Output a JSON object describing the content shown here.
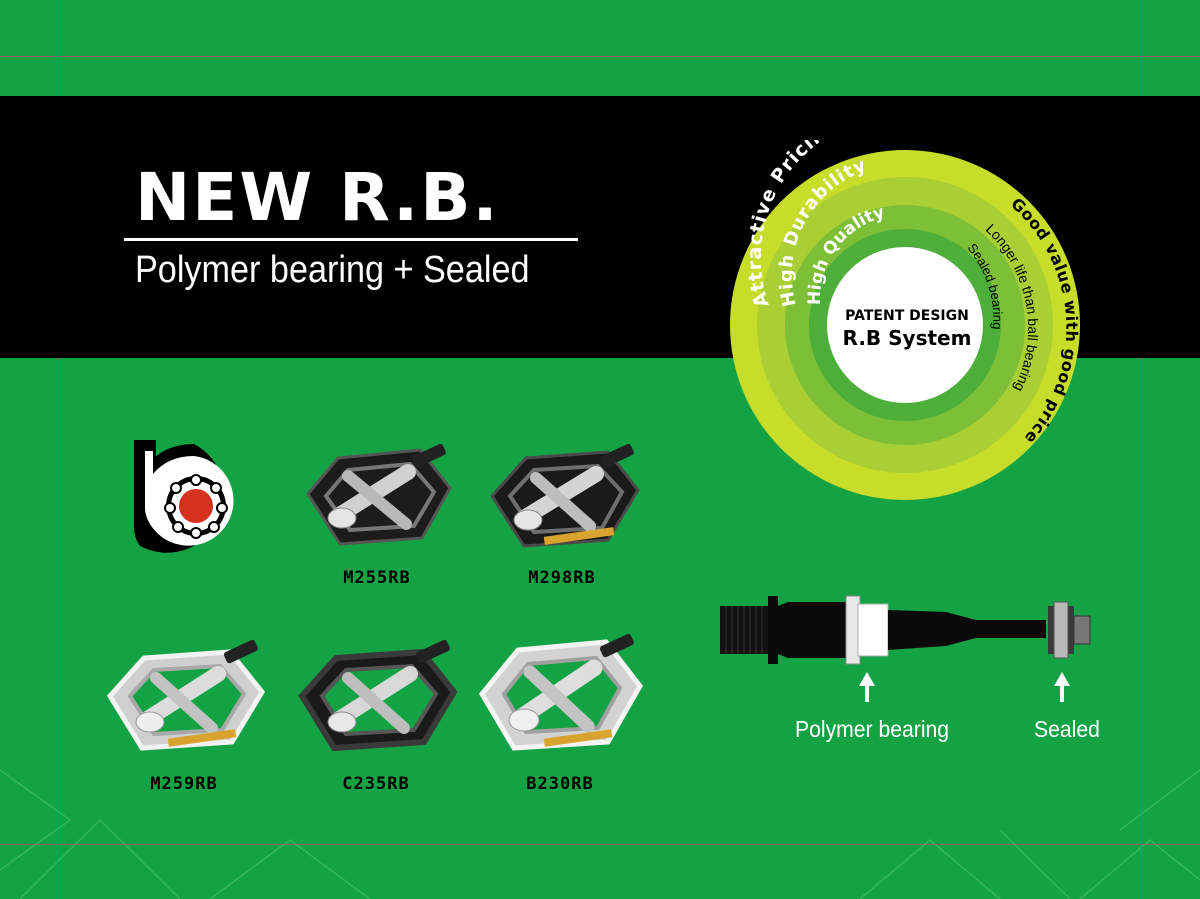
{
  "headline": "NEW R.B.",
  "subheadline": "Polymer bearing + Sealed",
  "circle": {
    "outer_text": "Attractive Pricing",
    "middle_text": "High Durability",
    "inner_text": "High Quality",
    "right_outer_text": "Good value with good price",
    "right_middle_text": "Longer life than ball bearing",
    "right_inner_text": "Sealed bearing",
    "center_line1": "PATENT DESIGN",
    "center_line2": "R.B System"
  },
  "products": [
    {
      "model": "M255RB"
    },
    {
      "model": "M298RB"
    },
    {
      "model": "M259RB"
    },
    {
      "model": "C235RB"
    },
    {
      "model": "B230RB"
    }
  ],
  "axle": {
    "label_bearing": "Polymer bearing",
    "label_sealed": "Sealed"
  },
  "colors": {
    "background": "#14a344",
    "banner": "#000000",
    "ring_outer": "#c8dc2a",
    "ring_2": "#a9cf34",
    "ring_3": "#7dbf36",
    "ring_4": "#4eae3a",
    "logo_red": "#d6301e"
  }
}
